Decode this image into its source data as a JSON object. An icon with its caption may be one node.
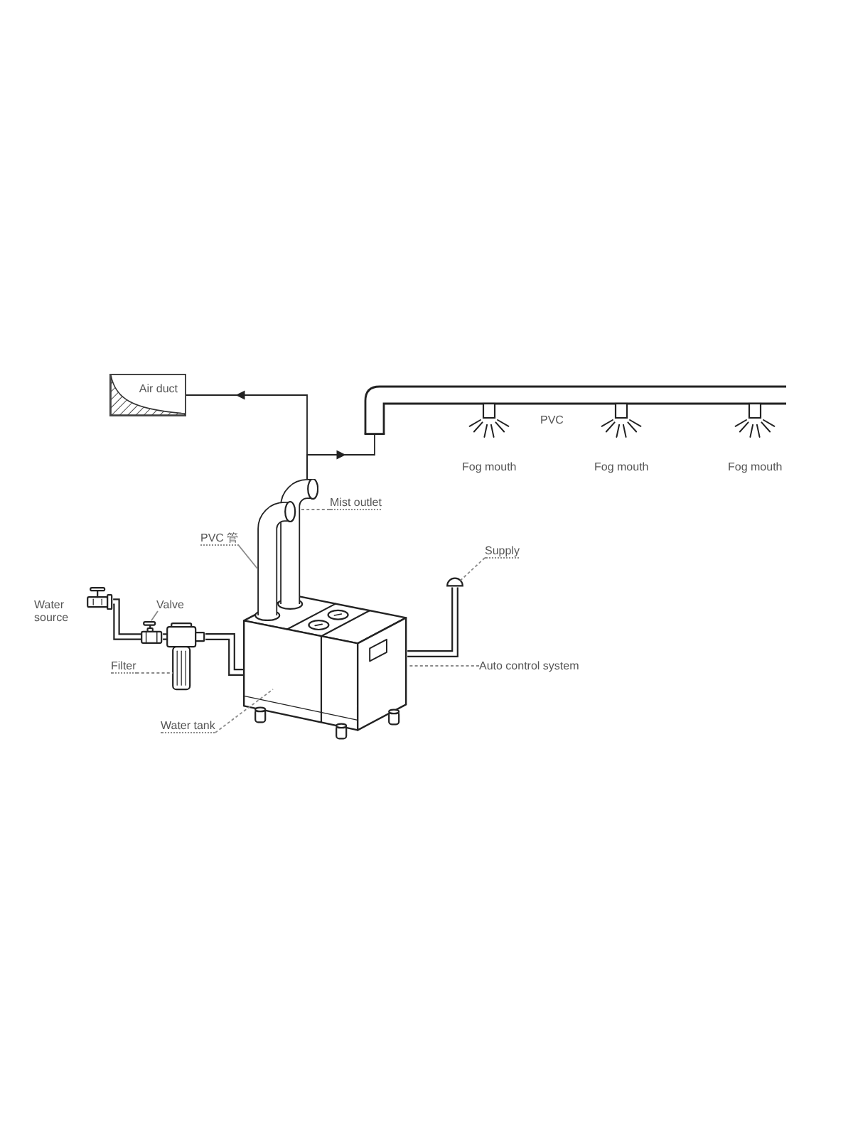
{
  "diagram": {
    "nodes": [
      {
        "text": [
          "Air duct"
        ]
      },
      {
        "text": [],
        "shape": "picture"
      },
      {
        "text": [],
        "shape": "picture"
      },
      {
        "text": [
          "Mist outlet"
        ]
      },
      {
        "text": [
          "PVC 管"
        ]
      },
      {
        "text": [
          "Supply"
        ]
      },
      {
        "text": [],
        "shape": "circle"
      },
      {
        "text": [],
        "shape": "picture"
      },
      {
        "text": [],
        "shape": "picture"
      },
      {
        "text": [
          "Valve"
        ]
      },
      {
        "text": [],
        "shape": "picture"
      },
      {
        "text": [],
        "shape": "picture"
      },
      {
        "text": [
          "Filter"
        ]
      },
      {
        "text": [
          "Auto control system"
        ]
      },
      {
        "text": [
          "Water tank"
        ]
      }
    ],
    "edges": [
      {
        "from": 2,
        "to": 0,
        "arrow": "to",
        "color": "#222222"
      },
      {
        "from": 2,
        "to": 1,
        "arrow": "to",
        "color": "#222222"
      },
      {
        "from": 3,
        "to": 2,
        "arrow": "none",
        "style": "dashed"
      },
      {
        "from": 4,
        "to": 2,
        "arrow": "none"
      },
      {
        "from": 5,
        "to": 6,
        "arrow": "none",
        "style": "dashed"
      },
      {
        "from": 9,
        "to": 10,
        "arrow": "none"
      },
      {
        "from": 12,
        "to": 11,
        "arrow": "none",
        "style": "dashed"
      },
      {
        "from": 13,
        "to": 8,
        "arrow": "none",
        "style": "dashed"
      },
      {
        "from": 14,
        "to": 8,
        "arrow": "none",
        "style": "dashed"
      },
      {
        "from": 8,
        "to": 6,
        "arrow": "none",
        "color": "#222222"
      },
      {
        "from": 7,
        "to": 10,
        "arrow": "none",
        "color": "#222222"
      },
      {
        "from": 10,
        "to": 11,
        "arrow": "none",
        "color": "#222222"
      },
      {
        "from": 11,
        "to": 8,
        "arrow": "none",
        "color": "#222222"
      }
    ],
    "labels": [
      "PVC",
      "Fog mouth",
      "Fog mouth",
      "Fog mouth",
      "Water source"
    ]
  }
}
